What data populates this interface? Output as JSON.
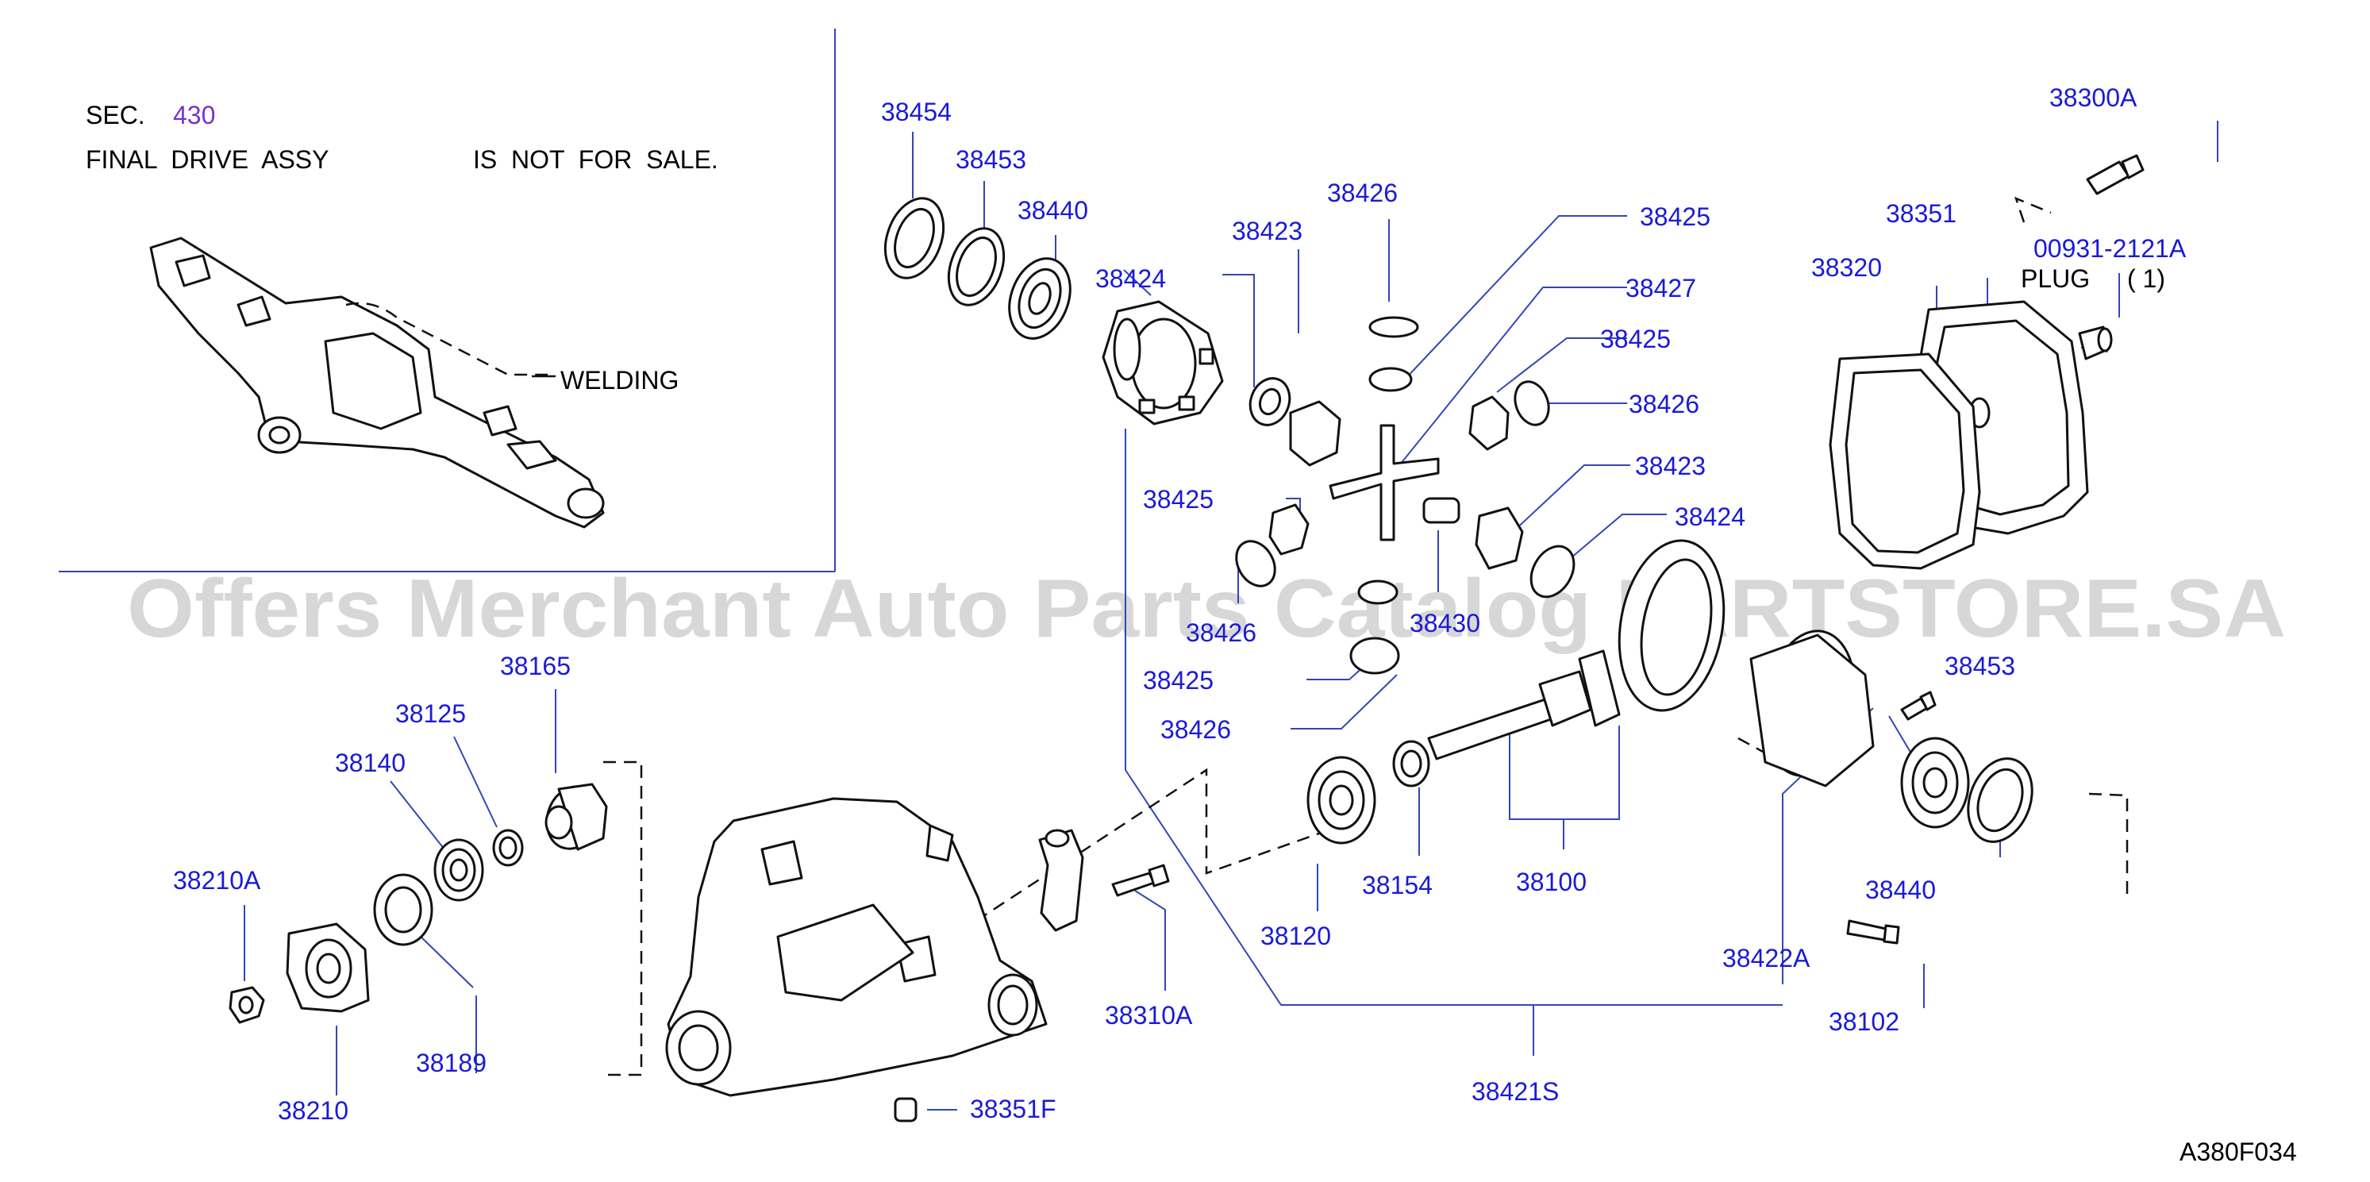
{
  "header": {
    "sec_label": "SEC.",
    "sec_number": "430",
    "note_part1": "FINAL  DRIVE  ASSY",
    "note_part2": "IS  NOT  FOR  SALE.",
    "welding_label": "WELDING"
  },
  "plug_note": {
    "label": "PLUG",
    "qty": "( 1)"
  },
  "watermark": "Offers Merchant Auto Parts Catalog PARTSTORE.SA",
  "figure_code": "A380F034",
  "colors": {
    "label_blue": "#1a1ad6",
    "sec_purple": "#7a2fd1",
    "leader_blue": "#3346b8"
  },
  "callouts": {
    "p38454": "38454",
    "p38453_top": "38453",
    "p38440_top": "38440",
    "p38424_top": "38424",
    "p38423_top": "38423",
    "p38426_top": "38426",
    "p38425_a": "38425",
    "p38427": "38427",
    "p38425_b": "38425",
    "p38426_b": "38426",
    "p38423_b": "38423",
    "p38424_b": "38424",
    "p38425_left": "38425",
    "p38426_c": "38426",
    "p38430": "38430",
    "p38425_c": "38425",
    "p38426_d": "38426",
    "p38300A": "38300A",
    "p38351": "38351",
    "p00931": "00931-2121A",
    "p38320": "38320",
    "p38165": "38165",
    "p38125": "38125",
    "p38140": "38140",
    "p38210A": "38210A",
    "p38189": "38189",
    "p38210": "38210",
    "p38310A": "38310A",
    "p38351F": "38351F",
    "p38120": "38120",
    "p38154": "38154",
    "p38100": "38100",
    "p38453_b": "38453",
    "p38440_b": "38440",
    "p38422A": "38422A",
    "p38102": "38102",
    "p38421S": "38421S"
  }
}
